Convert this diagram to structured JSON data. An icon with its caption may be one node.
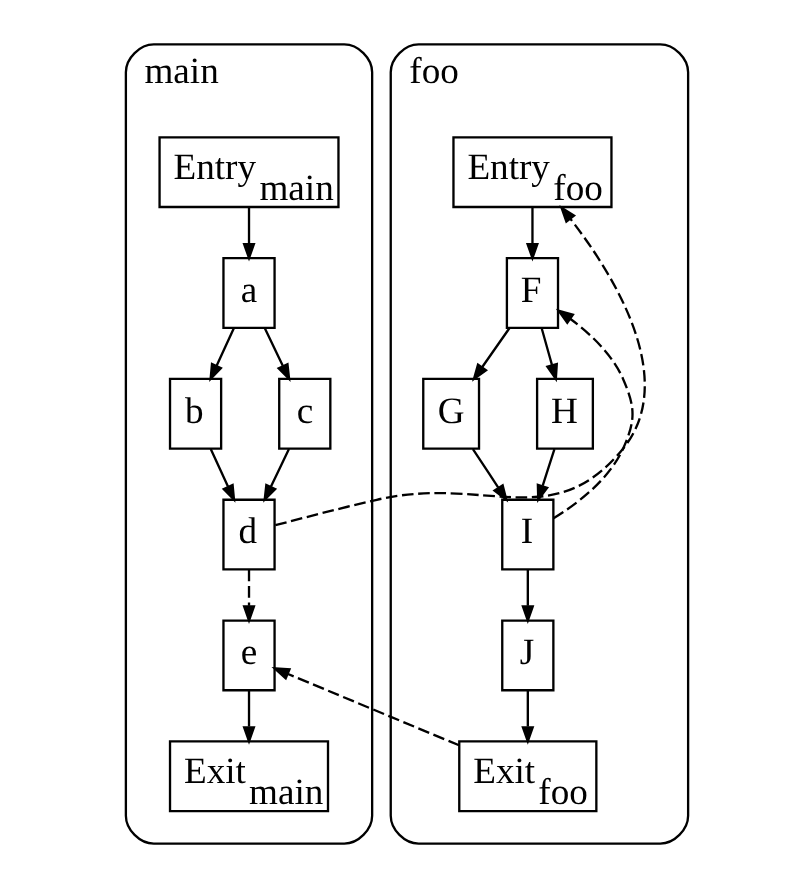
{
  "diagram": {
    "nodes": [
      {
        "text": [
          "main"
        ]
      },
      {
        "text": [
          "Entry$_{main}$"
        ],
        "in": 0
      },
      {
        "text": [
          "a"
        ],
        "in": 0
      },
      {
        "text": [
          "b"
        ],
        "in": 0
      },
      {
        "text": [
          "c"
        ],
        "in": 0
      },
      {
        "text": [
          "d"
        ],
        "in": 0
      },
      {
        "text": [
          "e"
        ],
        "in": 0
      },
      {
        "text": [
          "Exit$_{main}$"
        ],
        "in": 0
      },
      {
        "text": [
          "foo"
        ]
      },
      {
        "text": [
          "Entry$_{foo}$"
        ],
        "in": 8
      },
      {
        "text": [
          "F"
        ],
        "in": 8
      },
      {
        "text": [
          "G"
        ],
        "in": 8
      },
      {
        "text": [
          "H"
        ],
        "in": 8
      },
      {
        "text": [
          "I"
        ],
        "in": 8
      },
      {
        "text": [
          "J"
        ],
        "in": 8
      },
      {
        "text": [
          "Exit$_{foo}$"
        ],
        "in": 8
      }
    ],
    "edges": [
      {
        "from": 1,
        "to": 2,
        "arrow": "to"
      },
      {
        "from": 2,
        "to": 3,
        "arrow": "to"
      },
      {
        "from": 2,
        "to": 4,
        "arrow": "to"
      },
      {
        "from": 3,
        "to": 5,
        "arrow": "to"
      },
      {
        "from": 4,
        "to": 5,
        "arrow": "to"
      },
      {
        "from": 5,
        "to": 6,
        "arrow": "to",
        "style": "dashed"
      },
      {
        "from": 6,
        "to": 7,
        "arrow": "to"
      },
      {
        "from": 5,
        "to": 9,
        "arrow": "to",
        "style": "dashed"
      },
      {
        "from": 9,
        "to": 10,
        "arrow": "to"
      },
      {
        "from": 10,
        "to": 11,
        "arrow": "to"
      },
      {
        "from": 10,
        "to": 12,
        "arrow": "to"
      },
      {
        "from": 11,
        "to": 13,
        "arrow": "to"
      },
      {
        "from": 12,
        "to": 13,
        "arrow": "to"
      },
      {
        "from": 13,
        "to": 10,
        "arrow": "to",
        "style": "dashed"
      },
      {
        "from": 13,
        "to": 14,
        "arrow": "to"
      },
      {
        "from": 14,
        "to": 15,
        "arrow": "to"
      },
      {
        "from": 15,
        "to": 6,
        "arrow": "to",
        "style": "dashed"
      }
    ]
  }
}
